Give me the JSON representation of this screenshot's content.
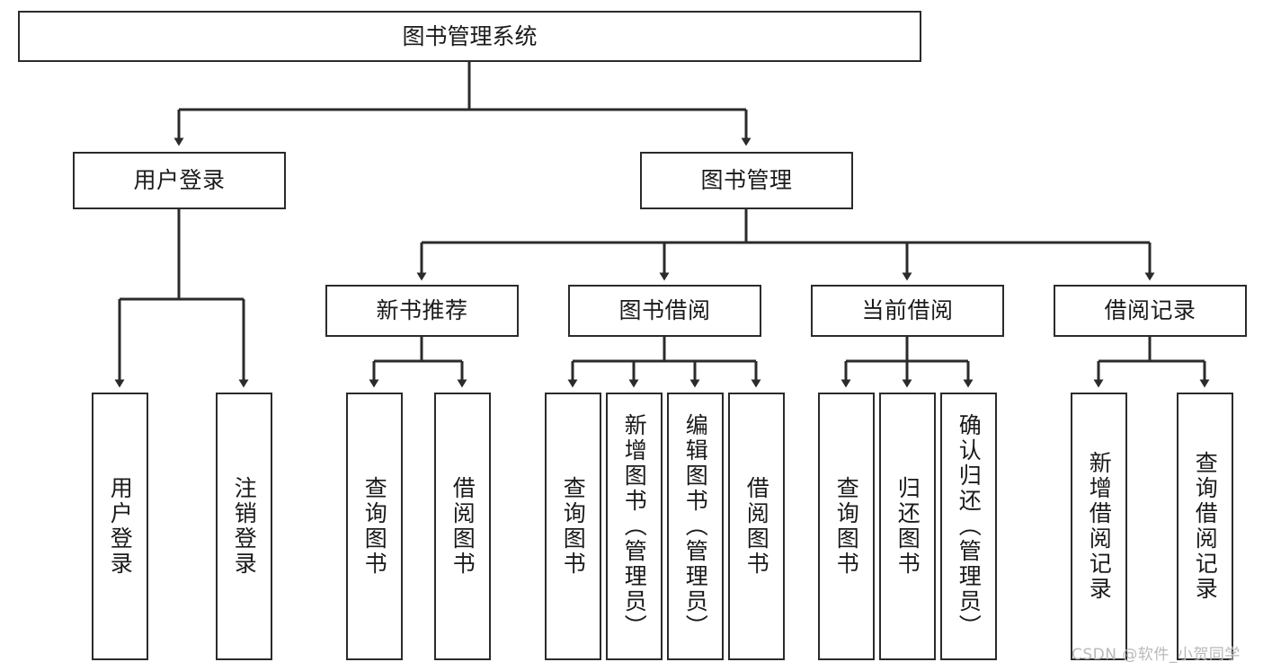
{
  "diagram": {
    "title": "图书管理系统",
    "type": "tree-hierarchy",
    "root": {
      "label": "图书管理系统"
    },
    "level2": [
      {
        "label": "用户登录"
      },
      {
        "label": "图书管理"
      }
    ],
    "level3": [
      {
        "label": "新书推荐"
      },
      {
        "label": "图书借阅"
      },
      {
        "label": "当前借阅"
      },
      {
        "label": "借阅记录"
      }
    ],
    "leaves": {
      "user_login": [
        {
          "label": "用户登录"
        },
        {
          "label": "注销登录"
        }
      ],
      "new_book_recommend": [
        {
          "label": "查询图书"
        },
        {
          "label": "借阅图书"
        }
      ],
      "book_borrow": [
        {
          "label": "查询图书"
        },
        {
          "label": "新增图书（管理员）"
        },
        {
          "label": "编辑图书（管理员）"
        },
        {
          "label": "借阅图书"
        }
      ],
      "current_borrow": [
        {
          "label": "查询图书"
        },
        {
          "label": "归还图书"
        },
        {
          "label": "确认归还（管理员）"
        }
      ],
      "borrow_record": [
        {
          "label": "新增借阅记录"
        },
        {
          "label": "查询借阅记录"
        }
      ]
    },
    "watermark": "CSDN @软件_小贺同学",
    "colors": {
      "stroke": "#2b2b2b",
      "text": "#1a1a1a",
      "background": "#ffffff",
      "watermark": "#b9b9b9"
    }
  }
}
